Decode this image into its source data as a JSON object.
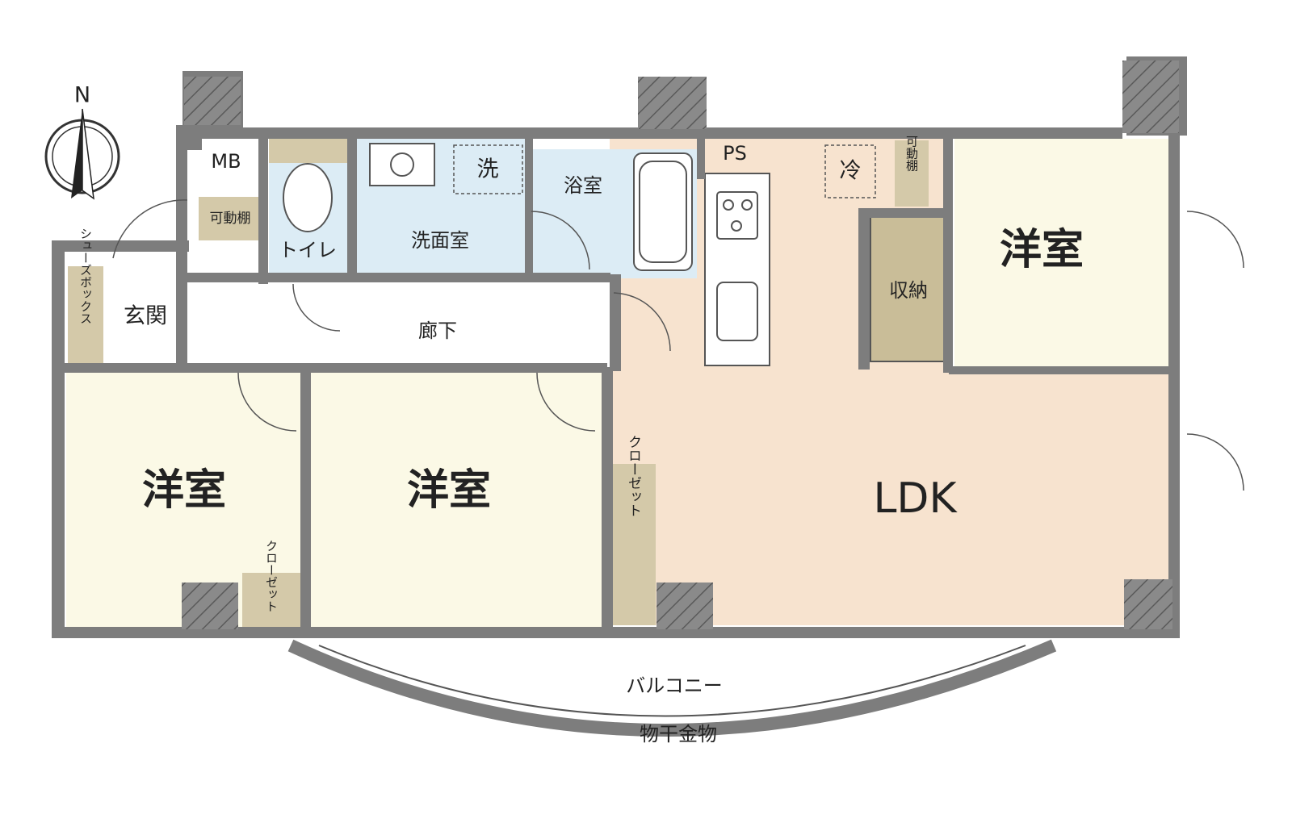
{
  "compass": {
    "north_label": "N"
  },
  "rooms": {
    "western_room_left": "洋室",
    "western_room_center": "洋室",
    "western_room_right": "洋室",
    "ldk": "LDK",
    "entrance": "玄関",
    "hallway": "廊下",
    "toilet": "トイレ",
    "washroom": "洗面室",
    "bathroom": "浴室",
    "storage": "収納",
    "balcony": "バルコニー",
    "drying_rack": "物干金物"
  },
  "fixtures": {
    "meter_box": "MB",
    "pipe_space": "PS",
    "washer": "洗",
    "fridge": "冷",
    "movable_shelf_top": "可動棚",
    "movable_shelf_right": "可動棚",
    "shoe_box": "シューズボックス",
    "closet_center": "クローゼット",
    "closet_left": "クローゼット"
  },
  "colors": {
    "wall": "#7d7d7d",
    "ldk_floor": "#f7e3cf",
    "western_floor": "#fbf9e6",
    "wet_area": "#dcecf5",
    "storage": "#d4c9a9"
  }
}
